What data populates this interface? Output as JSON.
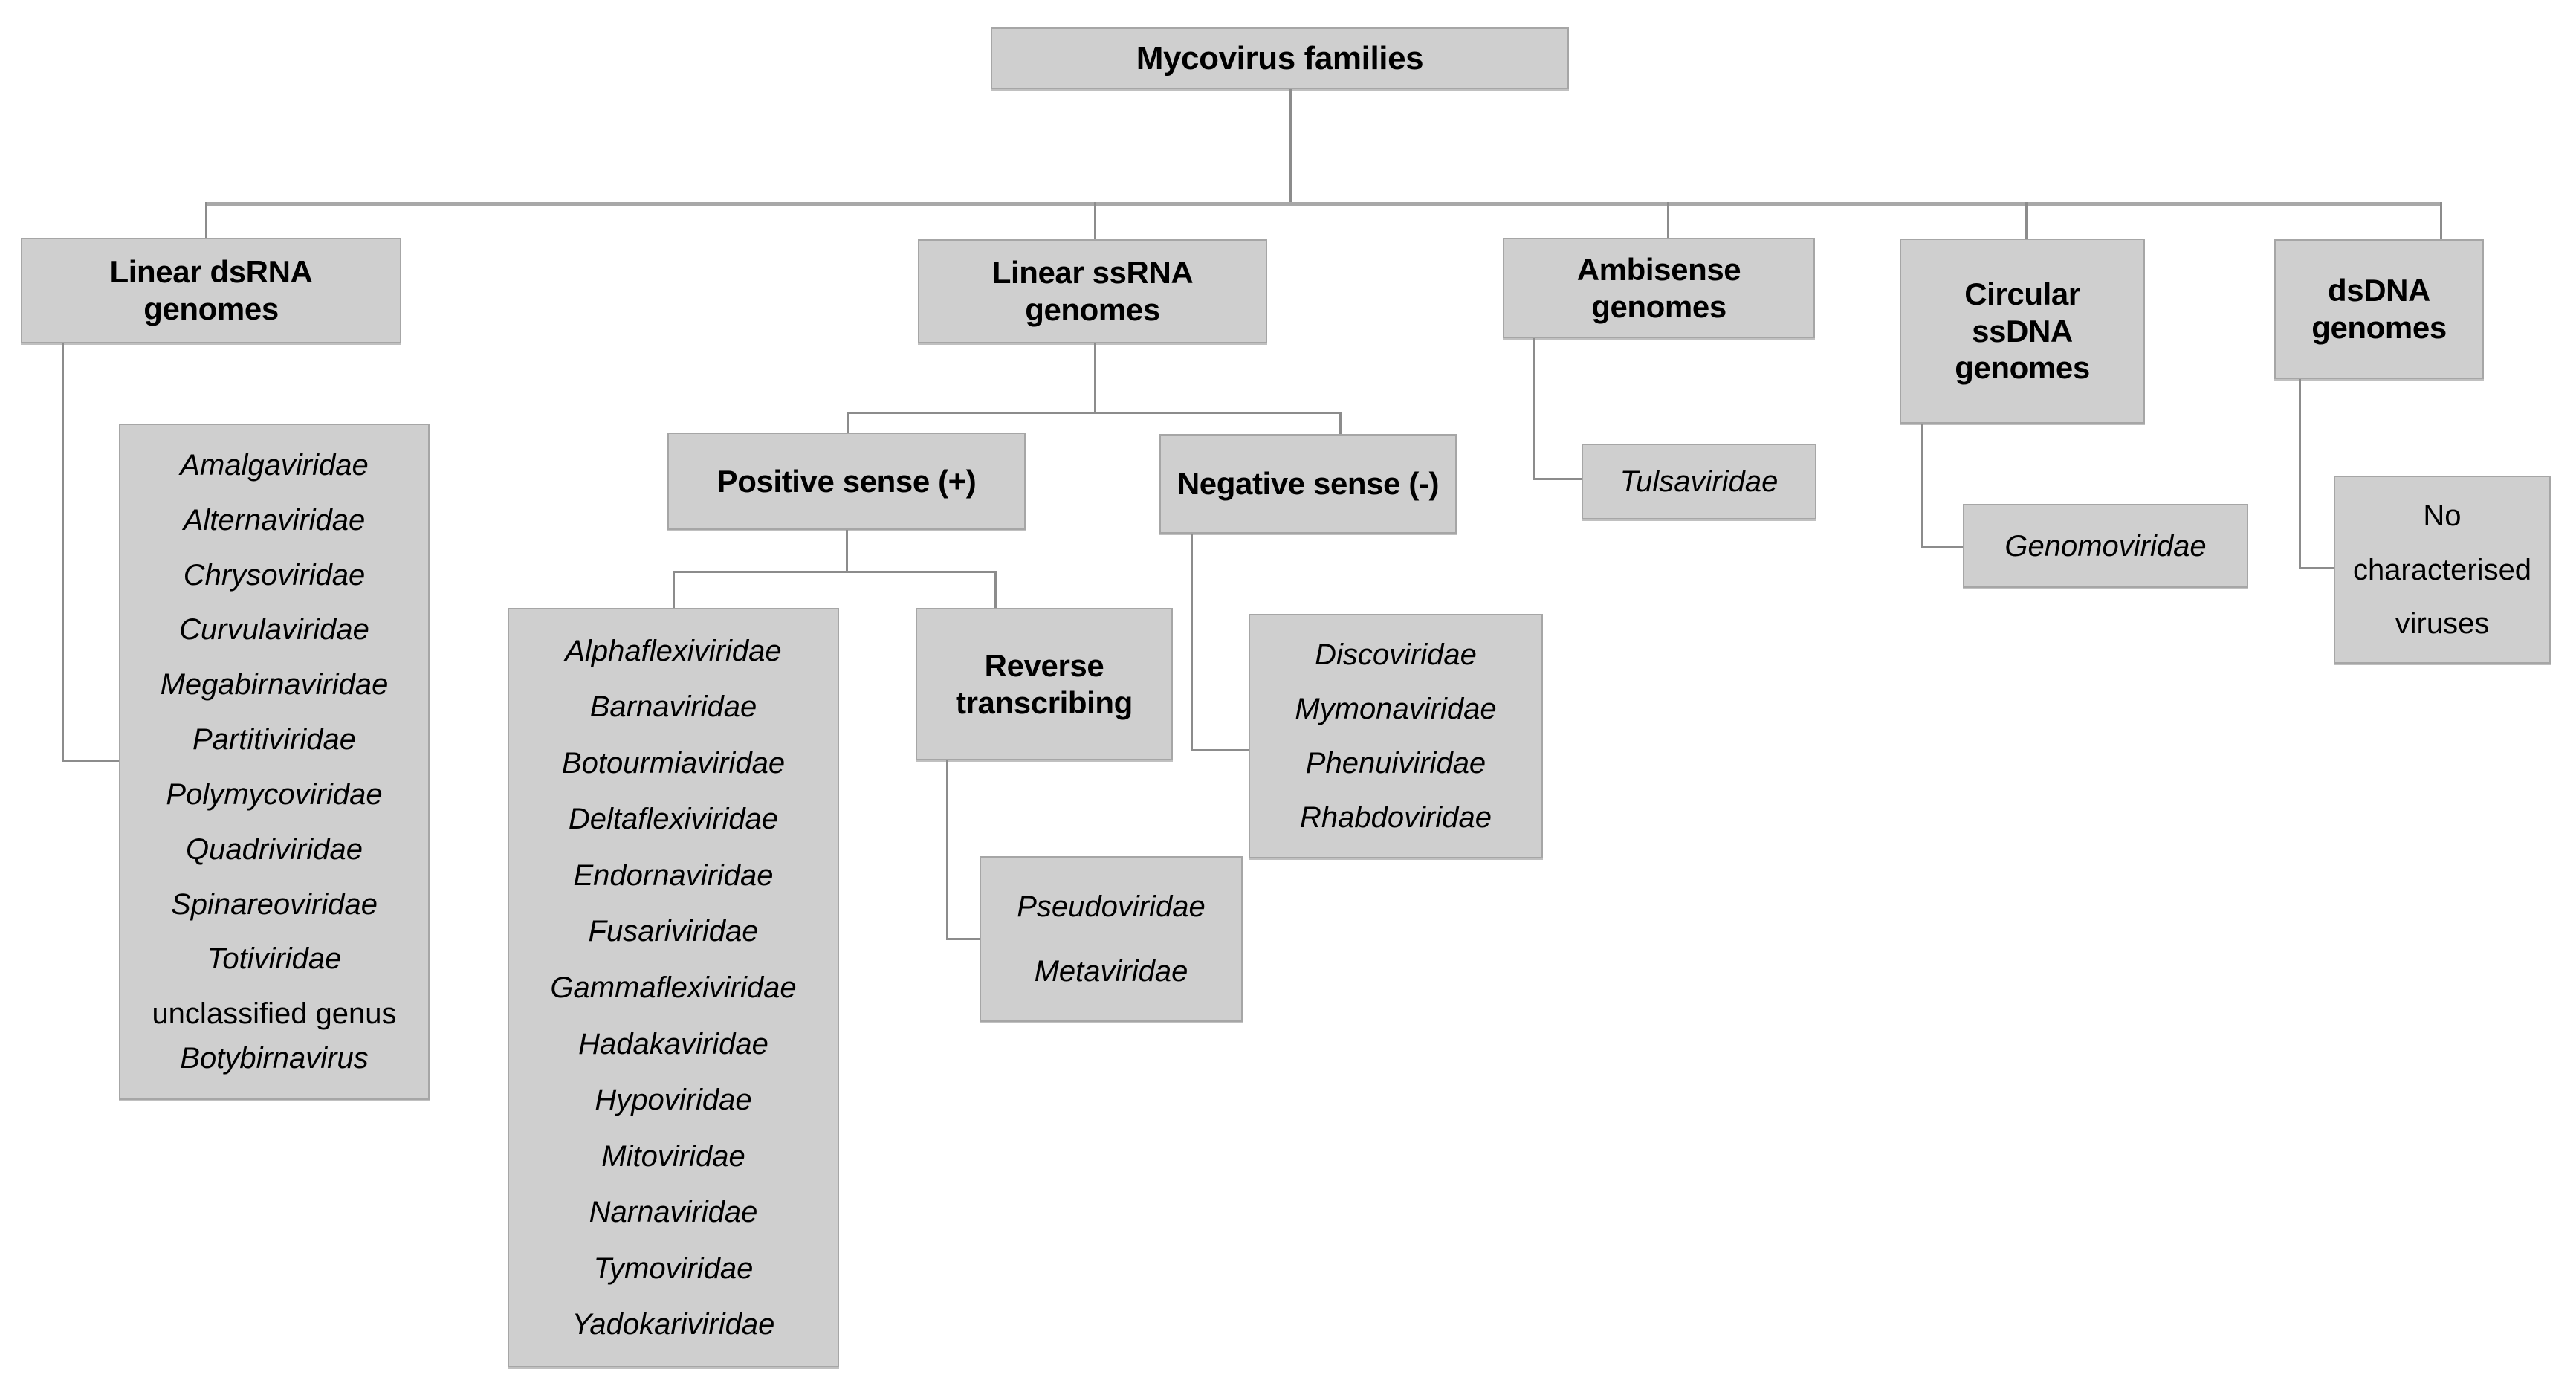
{
  "diagram": {
    "title": "Mycovirus families",
    "type": "hierarchy-tree",
    "root": {
      "label": "Mycovirus families"
    },
    "branches": [
      {
        "id": "linear-dsrna",
        "label_lines": [
          "Linear dsRNA",
          "genomes"
        ],
        "families": [
          "Amalgaviridae",
          "Alternaviridae",
          "Chrysoviridae",
          "Curvulaviridae",
          "Megabirnaviridae",
          "Partitiviridae",
          "Polymycoviridae",
          "Quadriviridae",
          "Spinareoviridae",
          "Totiviridae"
        ],
        "extra_plain": "unclassified genus",
        "extra_italic": "Botybirnavirus"
      },
      {
        "id": "linear-ssrna",
        "label_lines": [
          "Linear ssRNA",
          "genomes"
        ],
        "children": [
          {
            "id": "positive-sense",
            "label_lines": [
              "Positive sense (+)"
            ],
            "families": [
              "Alphaflexiviridae",
              "Barnaviridae",
              "Botourmiaviridae",
              "Deltaflexiviridae",
              "Endornaviridae",
              "Fusariviridae",
              "Gammaflexiviridae",
              "Hadakaviridae",
              "Hypoviridae",
              "Mitoviridae",
              "Narnaviridae",
              "Tymoviridae",
              "Yadokariviridae"
            ],
            "sub": {
              "id": "reverse-transcribing",
              "label_lines": [
                "Reverse",
                "transcribing"
              ],
              "families": [
                "Pseudoviridae",
                "Metaviridae"
              ]
            }
          },
          {
            "id": "negative-sense",
            "label_lines": [
              "Negative sense (-)"
            ],
            "families": [
              "Discoviridae",
              "Mymonaviridae",
              "Phenuiviridae",
              "Rhabdoviridae"
            ]
          }
        ]
      },
      {
        "id": "ambisense",
        "label_lines": [
          "Ambisense",
          "genomes"
        ],
        "families": [
          "Tulsaviridae"
        ]
      },
      {
        "id": "circular-ssdna",
        "label_lines": [
          "Circular",
          "ssDNA",
          "genomes"
        ],
        "families": [
          "Genomoviridae"
        ]
      },
      {
        "id": "dsdna",
        "label_lines": [
          "dsDNA",
          "genomes"
        ],
        "note_lines": [
          "No",
          "characterised",
          "viruses"
        ]
      }
    ],
    "colors": {
      "box_fill": "#cfcfcf",
      "box_border": "#a6a6a6",
      "connector": "#8c8c8c",
      "text": "#000000",
      "background": "#ffffff"
    }
  }
}
